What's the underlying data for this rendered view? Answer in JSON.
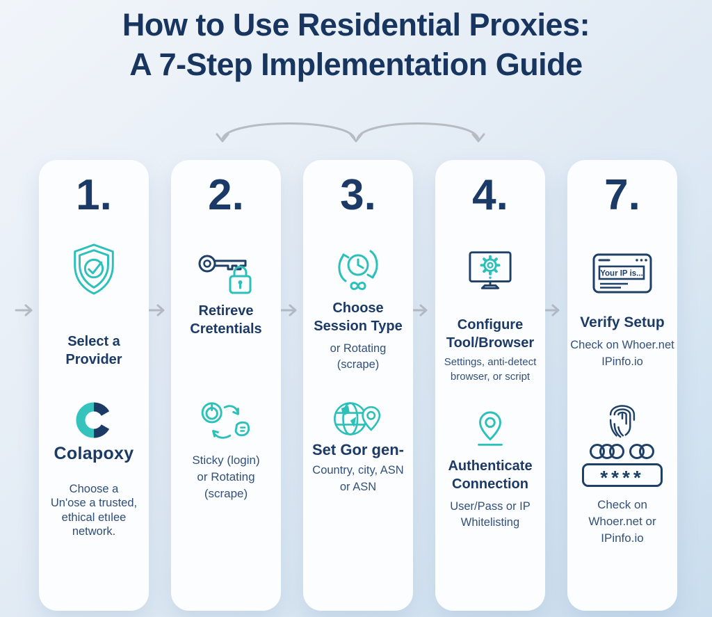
{
  "title": {
    "line1": "How to Use Residential Proxies:",
    "line2": "A 7-Step Implementation Guide"
  },
  "colors": {
    "navy": "#1b3a66",
    "teal": "#2bc0b9",
    "icon_navy": "#1e3f66",
    "body_text": "#31507a",
    "arrow_gray": "#b6bcc4",
    "card_bg": "#fcfdff"
  },
  "steps": [
    {
      "number": "1.",
      "icon": "shield-check-icon",
      "heading": "Select a Provider",
      "brand": "Colapoxy",
      "description": "Choose a\nUn'ose a trusted,\nethical etılee\nnetwork."
    },
    {
      "number": "2.",
      "icon": "key-lock-icon",
      "heading": "Retireve Cretentials",
      "block2": {
        "icon": "session-swap-icon",
        "text": "Sticky (login)\nor Rotating\n(scrape)"
      }
    },
    {
      "number": "3.",
      "icon": "rotating-clock-icon",
      "heading": "Choose Session Type",
      "subtext": "or Rotating\n(scrape)",
      "block2": {
        "icon": "globe-pin-icon",
        "heading": "Set Gor gen-",
        "text": "Country, city, ASN\nor ASN"
      }
    },
    {
      "number": "4.",
      "icon": "monitor-gear-icon",
      "heading": "Configure Tool/Browser",
      "subtext": "Settings, anti-detect\nbrowser, or script",
      "block2": {
        "icon": "location-pin-icon",
        "heading": "Authenticate Connection",
        "text": "User/Pass or IP\nWhitelisting"
      }
    },
    {
      "number": "7.",
      "icon": "browser-window-icon",
      "browser_label": "Your IP is...",
      "heading": "Verify Setup",
      "subtext": "Check on Whoer.net\nIPinfo.io",
      "block2": {
        "icon": "fingerprint-icon",
        "password_mask": "****",
        "text": "Check on\nWhoer.net or\nIPinfo.io"
      }
    }
  ]
}
